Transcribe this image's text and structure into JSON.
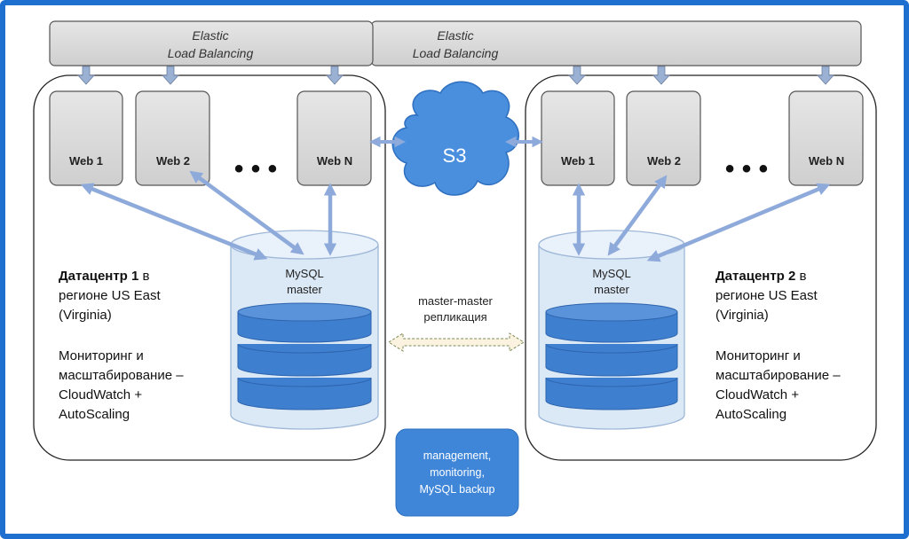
{
  "load_balancers": [
    {
      "line1": "Elastic",
      "line2": "Load Balancing"
    },
    {
      "line1": "Elastic",
      "line2": "Load Balancing"
    }
  ],
  "datacenters": [
    {
      "web_servers": [
        "Web 1",
        "Web 2",
        "Web N"
      ],
      "db_line1": "MySQL",
      "db_line2": "master",
      "title_bold": "Датацентр 1",
      "title_rest": " в",
      "region_line1": "регионе US East",
      "region_line2": "(Virginia)",
      "monitor_line1": "Мониторинг и",
      "monitor_line2": "масштабирование –",
      "monitor_line3": "CloudWatch +",
      "monitor_line4": "AutoScaling"
    },
    {
      "web_servers": [
        "Web 1",
        "Web 2",
        "Web N"
      ],
      "db_line1": "MySQL",
      "db_line2": "master",
      "title_bold": "Датацентр 2",
      "title_rest": " в",
      "region_line1": "регионе US East",
      "region_line2": "(Virginia)",
      "monitor_line1": "Мониторинг и",
      "monitor_line2": "масштабирование –",
      "monitor_line3": "CloudWatch +",
      "monitor_line4": "AutoScaling"
    }
  ],
  "ellipsis": "• • •",
  "s3_label": "S3",
  "replication_line1": "master-master",
  "replication_line2": "репликация",
  "management": {
    "line1": "management,",
    "line2": "monitoring,",
    "line3": "MySQL backup"
  },
  "colors": {
    "frame": "#1f6fd0",
    "box_fill": "#d9d9d9",
    "arrow": "#8eaadb",
    "db_body": "#dbe8f6",
    "db_disk": "#3f7fd0",
    "cloud": "#4a8fde",
    "management": "#3f86d8"
  }
}
